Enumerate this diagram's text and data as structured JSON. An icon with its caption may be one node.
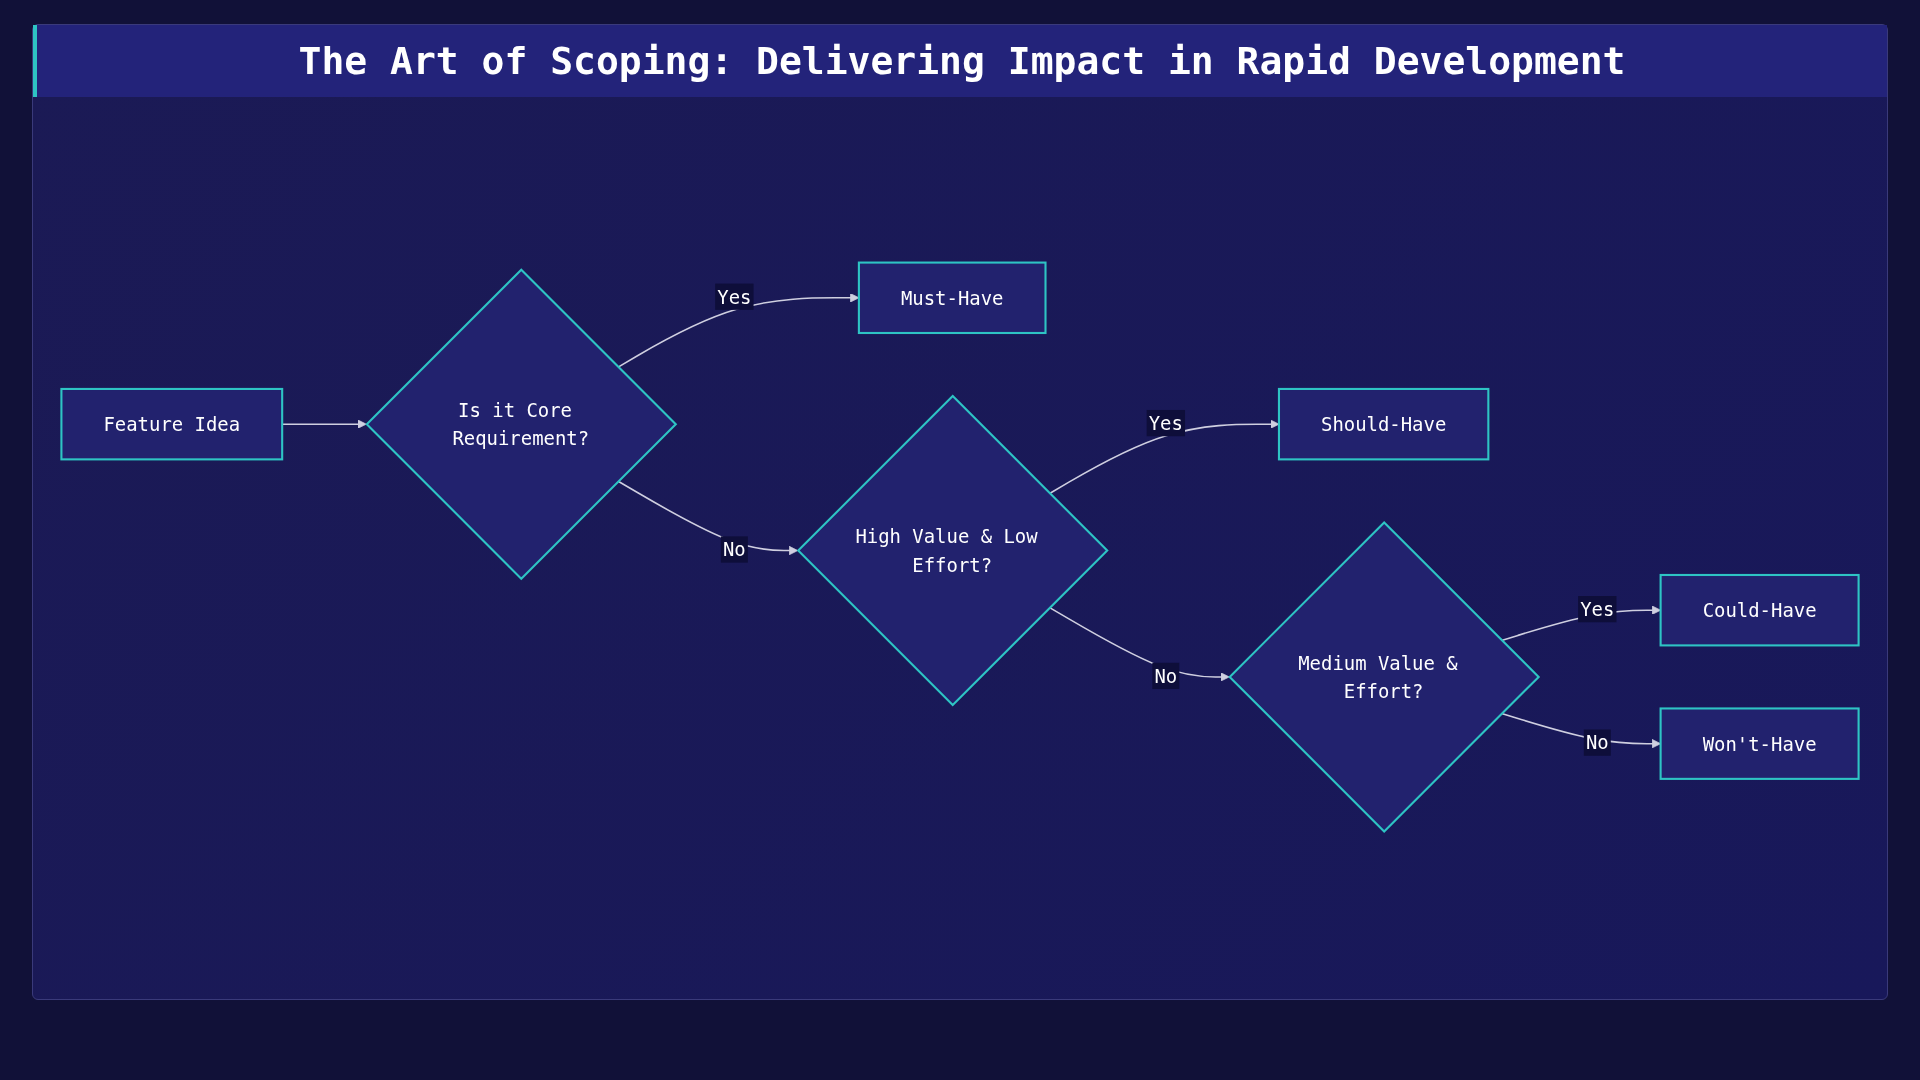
{
  "diagram": {
    "title": "The Art of Scoping: Delivering Impact in Rapid Development",
    "nodes": [
      {
        "text": [
          "Feature Idea"
        ]
      },
      {
        "text": [
          "Is it Core Requirement?"
        ]
      },
      {
        "text": [
          "Must-Have"
        ]
      },
      {
        "text": [
          "High Value & Low Effort?"
        ]
      },
      {
        "text": [
          "Should-Have"
        ]
      },
      {
        "text": [
          "Medium Value & Effort?"
        ]
      },
      {
        "text": [
          "Could-Have"
        ]
      },
      {
        "text": [
          "Won't-Have"
        ]
      }
    ],
    "edges": [
      {
        "from": 0,
        "to": 1,
        "arrow": "to"
      },
      {
        "from": 1,
        "to": 2,
        "label": "Yes",
        "arrow": "to"
      },
      {
        "from": 1,
        "to": 3,
        "label": "No",
        "arrow": "to"
      },
      {
        "from": 3,
        "to": 4,
        "label": "Yes",
        "arrow": "to"
      },
      {
        "from": 3,
        "to": 5,
        "label": "No",
        "arrow": "to"
      },
      {
        "from": 5,
        "to": 6,
        "label": "Yes",
        "arrow": "to"
      },
      {
        "from": 5,
        "to": 7,
        "label": "No",
        "arrow": "to"
      }
    ]
  }
}
